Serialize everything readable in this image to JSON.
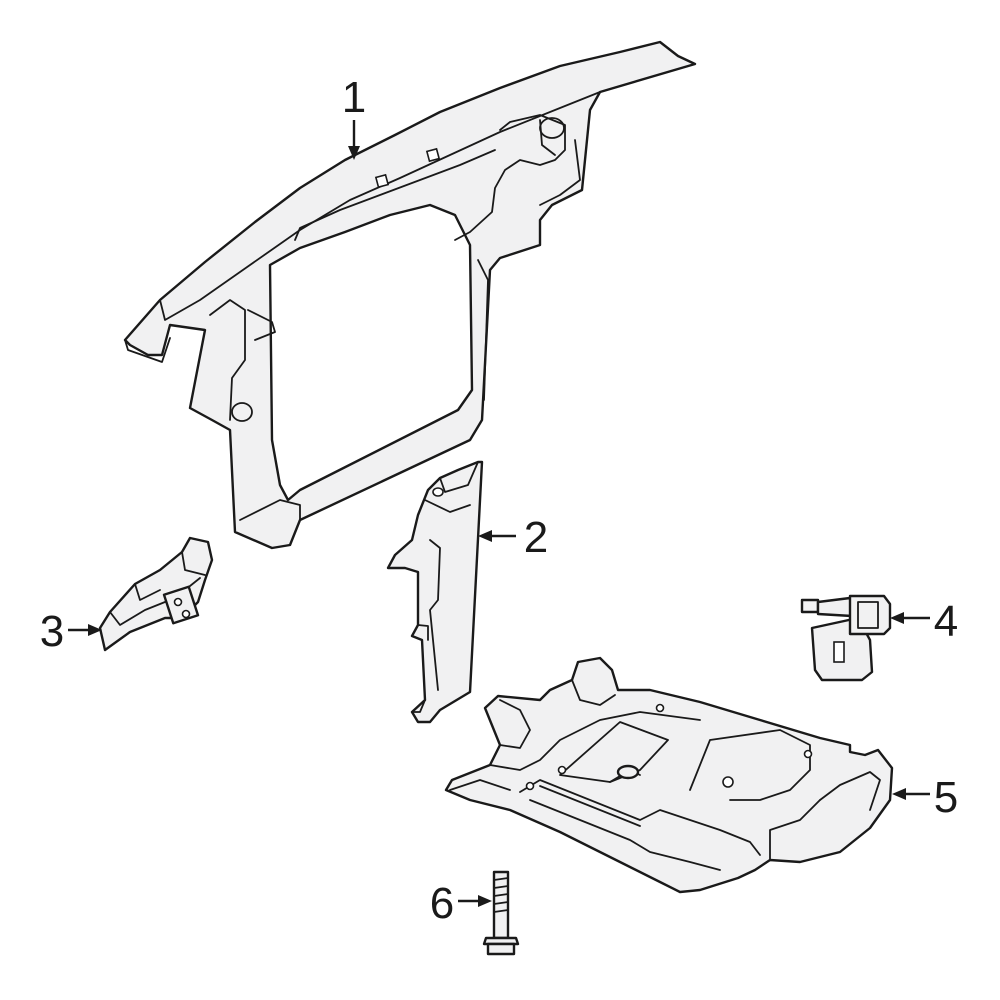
{
  "diagram": {
    "callouts": [
      {
        "id": "1",
        "label": "1"
      },
      {
        "id": "2",
        "label": "2"
      },
      {
        "id": "3",
        "label": "3"
      },
      {
        "id": "4",
        "label": "4"
      },
      {
        "id": "5",
        "label": "5"
      },
      {
        "id": "6",
        "label": "6"
      }
    ],
    "colors": {
      "line": "#1a1a1a",
      "part_fill": "#f1f1f2",
      "background": "#ffffff"
    }
  }
}
